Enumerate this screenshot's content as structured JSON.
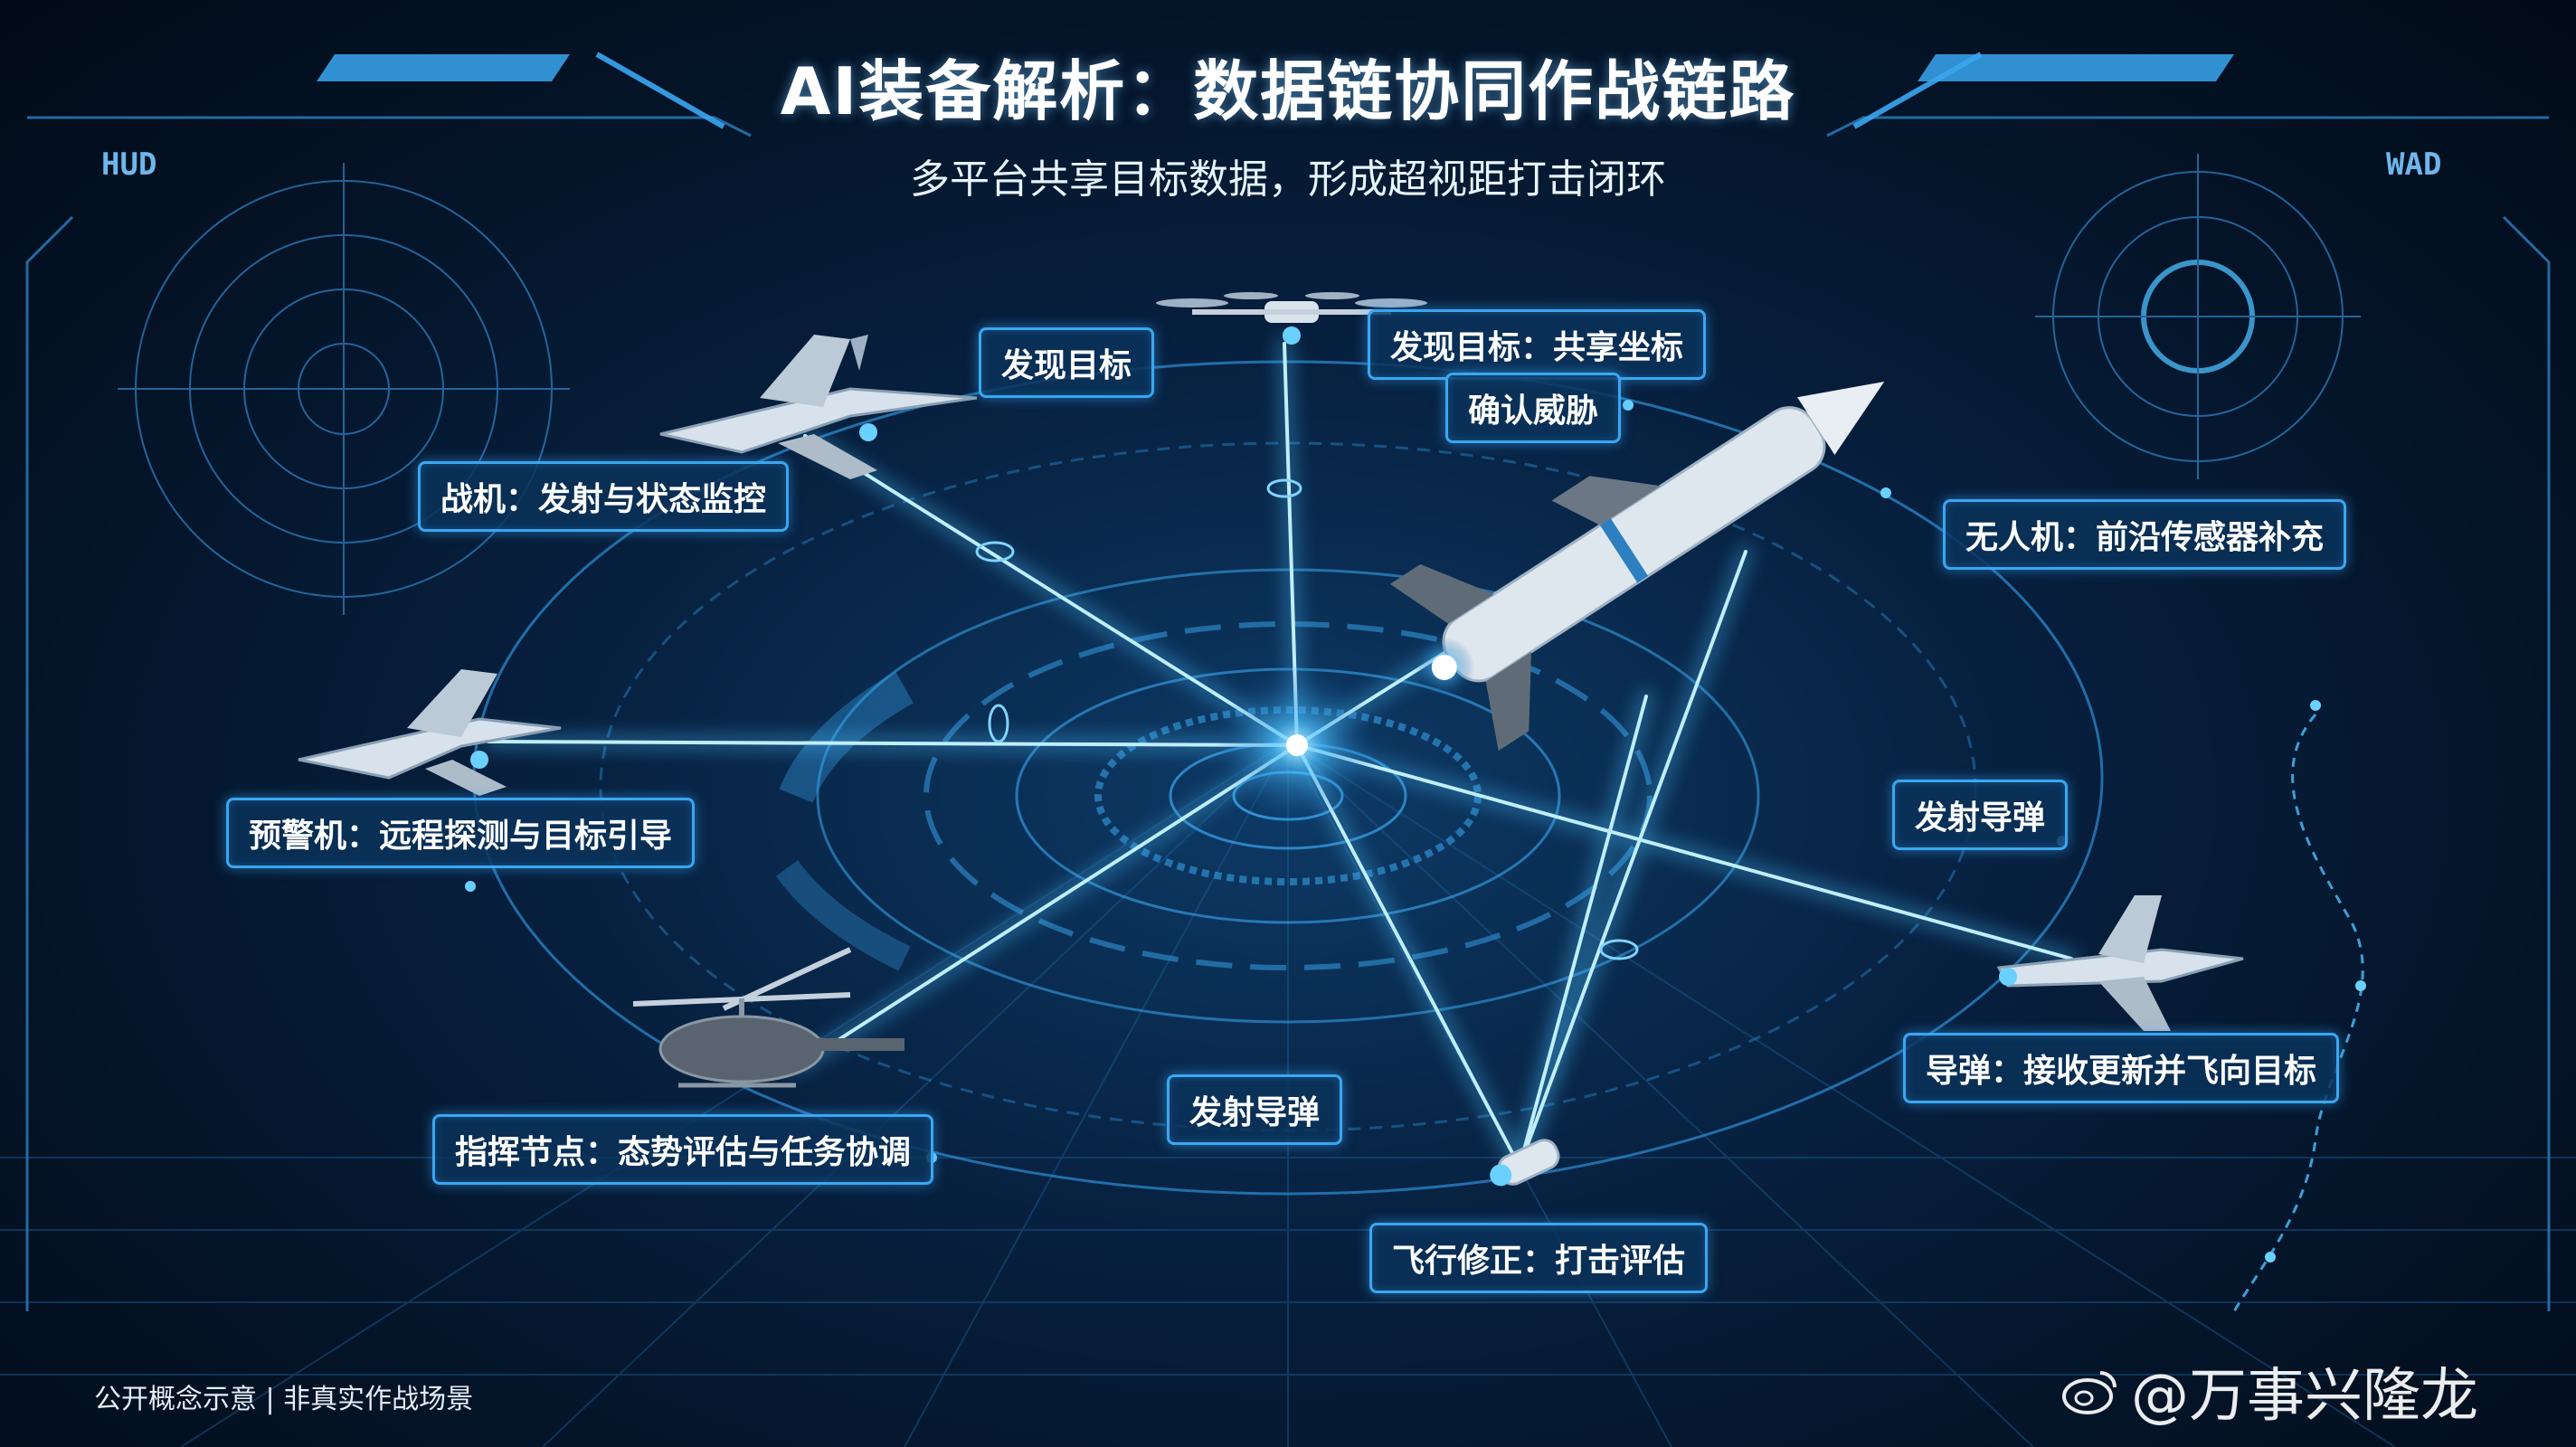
{
  "header": {
    "title": "AI装备解析：数据链协同作战链路",
    "subtitle": "多平台共享目标数据，形成超视距打击闭环"
  },
  "labels": {
    "fighter": "战机：发射与状态监控",
    "discover": "发现目标",
    "discover_share": "发现目标：共享坐标",
    "confirm": "确认威胁",
    "drone": "无人机：前沿传感器补充",
    "awacs": "预警机：远程探测与目标引导",
    "launch_right": "发射导弹",
    "missile_update": "导弹：接收更新并飞向目标",
    "command": "指挥节点：态势评估与任务协调",
    "launch_bottom": "发射导弹",
    "flight_correct": "飞行修正：打击评估"
  },
  "hud": {
    "top_left_code": "HUD",
    "top_right_code": "WAD"
  },
  "footer": {
    "disclaimer": "公开概念示意 | 非真实作战场景",
    "watermark": "@万事兴隆龙"
  },
  "colors": {
    "accent": "#3aa7f0",
    "beam": "#7fd4ff",
    "background": "#041428"
  },
  "icons": [
    "fighter-jet-icon",
    "drone-icon",
    "missile-icon",
    "awacs-jet-icon",
    "helicopter-icon",
    "strike-fighter-icon",
    "small-missile-icon",
    "weibo-icon"
  ]
}
